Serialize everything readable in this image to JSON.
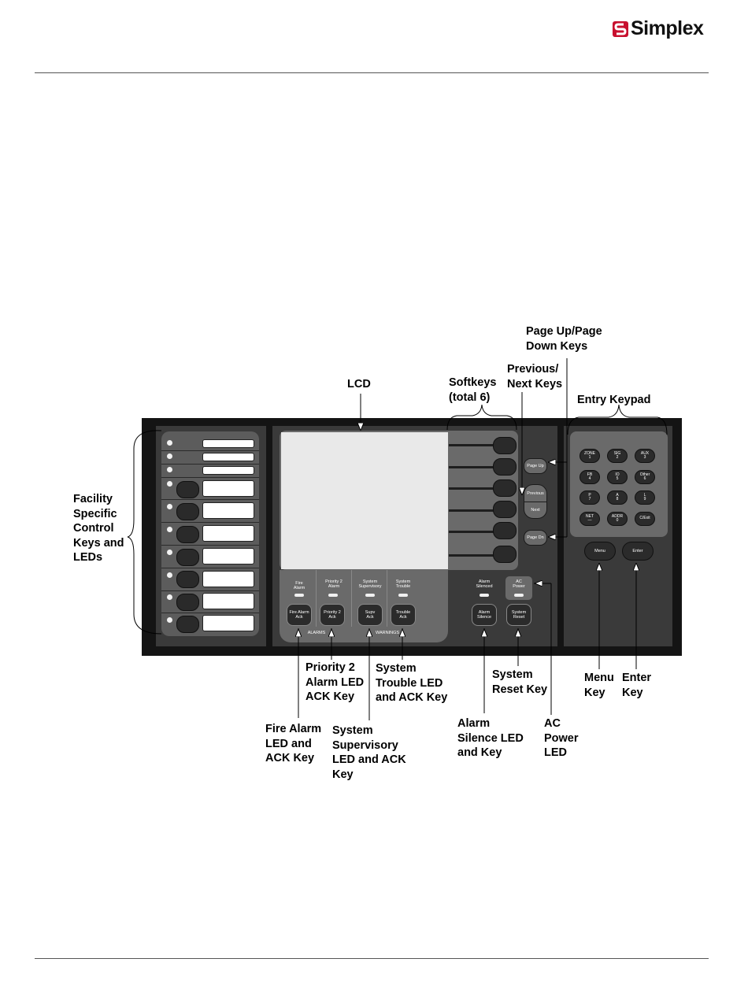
{
  "header": {
    "brand": "Simplex"
  },
  "colors": {
    "logo_red": "#c8102e",
    "panel_black": "#141414",
    "panel_gray": "#3a3a3a",
    "key_gray": "#6a6a6a"
  },
  "callouts": {
    "page_up_down": "Page Up/Page\nDown Keys",
    "previous_next": "Previous/\nNext Keys",
    "softkeys": "Softkeys\n(total 6)",
    "lcd": "LCD",
    "entry_keypad": "Entry Keypad",
    "facility": "Facility\nSpecific\nControl\nKeys and\nLEDs",
    "priority2": "Priority 2\nAlarm LED\nACK Key",
    "system_trouble": "System\nTrouble LED\nand ACK Key",
    "system_reset": "System\nReset Key",
    "menu_key": "Menu\nKey",
    "enter_key": "Enter\nKey",
    "fire_alarm": "Fire Alarm\nLED and\nACK Key",
    "system_supervisory": "System\nSupervisory\nLED and ACK\nKey",
    "alarm_silence": "Alarm\nSilence LED\nand Key",
    "ac_power": "AC\nPower\nLED"
  },
  "panel": {
    "led_labels": {
      "fire_alarm": "Fire\nAlarm",
      "priority2": "Priority 2\nAlarm",
      "supervisory": "System\nSupervisory",
      "trouble": "System\nTrouble",
      "alarm_silenced": "Alarm\nSilenced",
      "ac_power": "AC\nPower"
    },
    "keys": {
      "fire_alarm_ack": "Fire Alarm\nAck",
      "priority2_ack": "Priority 2\nAck",
      "supv_ack": "Supv\nAck",
      "trouble_ack": "Trouble\nAck",
      "alarm_silence": "Alarm\nSilence",
      "system_reset": "System\nReset",
      "page_up": "Page Up",
      "previous": "Previous",
      "next": "Next",
      "page_dn": "Page Dn",
      "menu": "Menu",
      "enter": "Enter"
    },
    "group_labels": {
      "alarms": "ALARMS",
      "warnings": "WARNINGS"
    },
    "keypad": [
      {
        "alpha": "",
        "label": "ZONE\n1"
      },
      {
        "alpha": "",
        "label": "SIG\n2"
      },
      {
        "alpha": "",
        "label": "AUX\n3"
      },
      {
        "alpha": "",
        "label": "FB\n4"
      },
      {
        "alpha": "",
        "label": "IO\n5"
      },
      {
        "alpha": "",
        "label": "Other\n6"
      },
      {
        "alpha": "",
        "label": "P\n7"
      },
      {
        "alpha": "",
        "label": "A\n8"
      },
      {
        "alpha": "",
        "label": "L\n9"
      },
      {
        "alpha": "",
        "label": "NET\n—"
      },
      {
        "alpha": "",
        "label": "ADDR\n0"
      },
      {
        "alpha": "",
        "label": "C/Exit"
      }
    ]
  }
}
